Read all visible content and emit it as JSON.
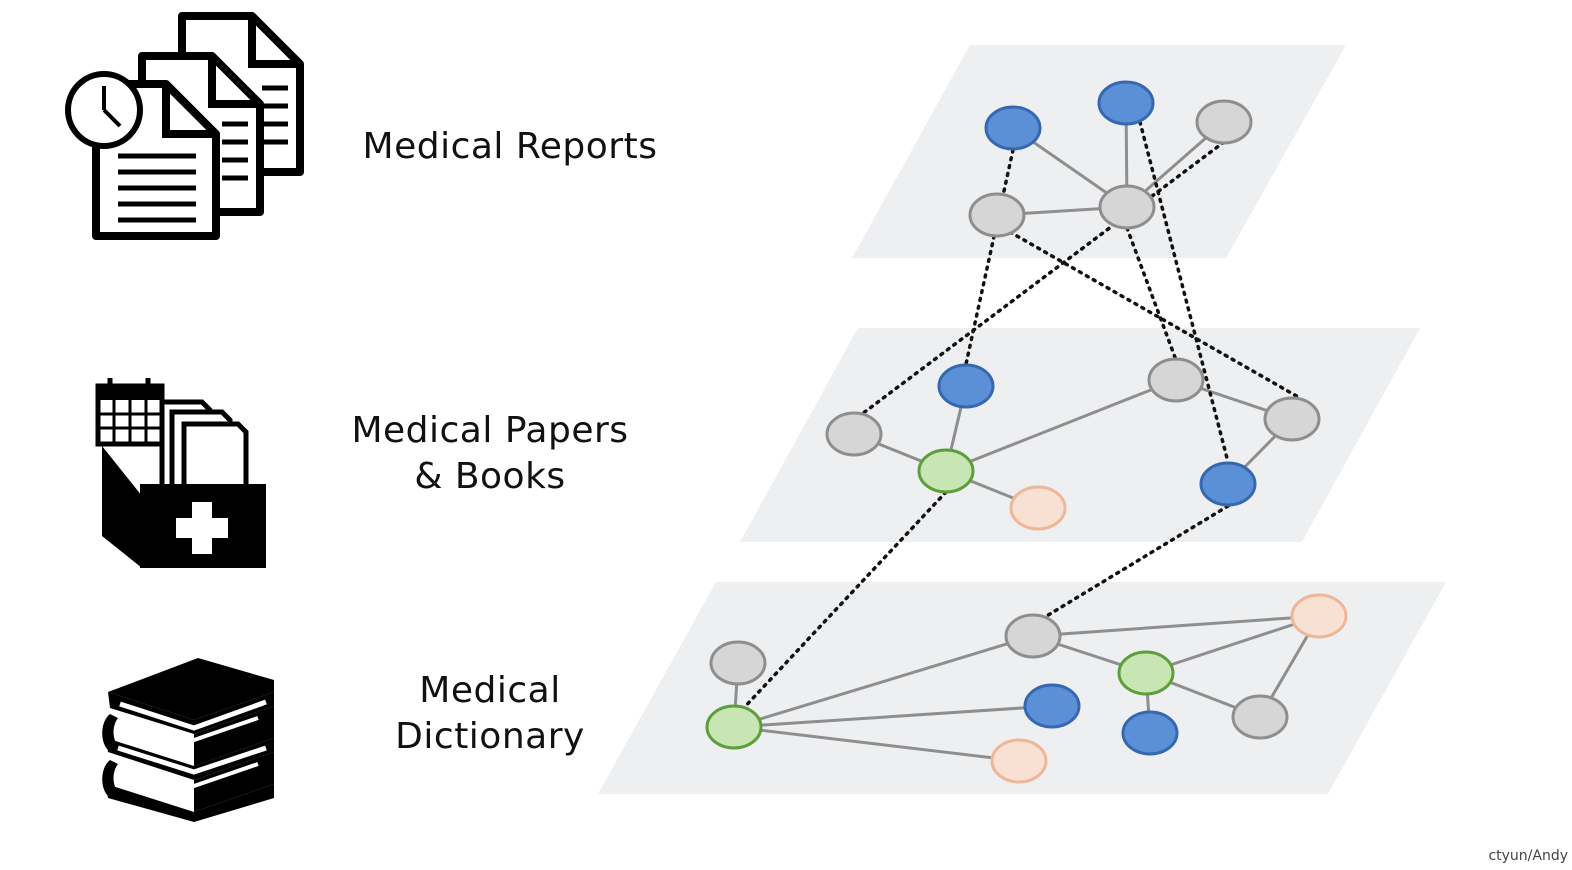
{
  "labels": {
    "reports": "Medical Reports",
    "papers_line1": "Medical Papers",
    "papers_line2": "& Books",
    "dictionary_line1": "Medical",
    "dictionary_line2": "Dictionary"
  },
  "watermark": "ctyun/Andy",
  "colors": {
    "plane": "#eeeff1",
    "blue": "#5b8fd6",
    "blue_stroke": "#3568b0",
    "gray": "#d6d6d6",
    "gray_stroke": "#8e8e8e",
    "green": "#c8e6b4",
    "green_stroke": "#5c9e3a",
    "peach": "#f8e0d2",
    "peach_stroke": "#ecb899",
    "edge": "#8e8e8e",
    "link": "#111111"
  },
  "icons": [
    "documents-clock-icon",
    "medical-folder-calendar-icon",
    "books-stack-icon"
  ]
}
